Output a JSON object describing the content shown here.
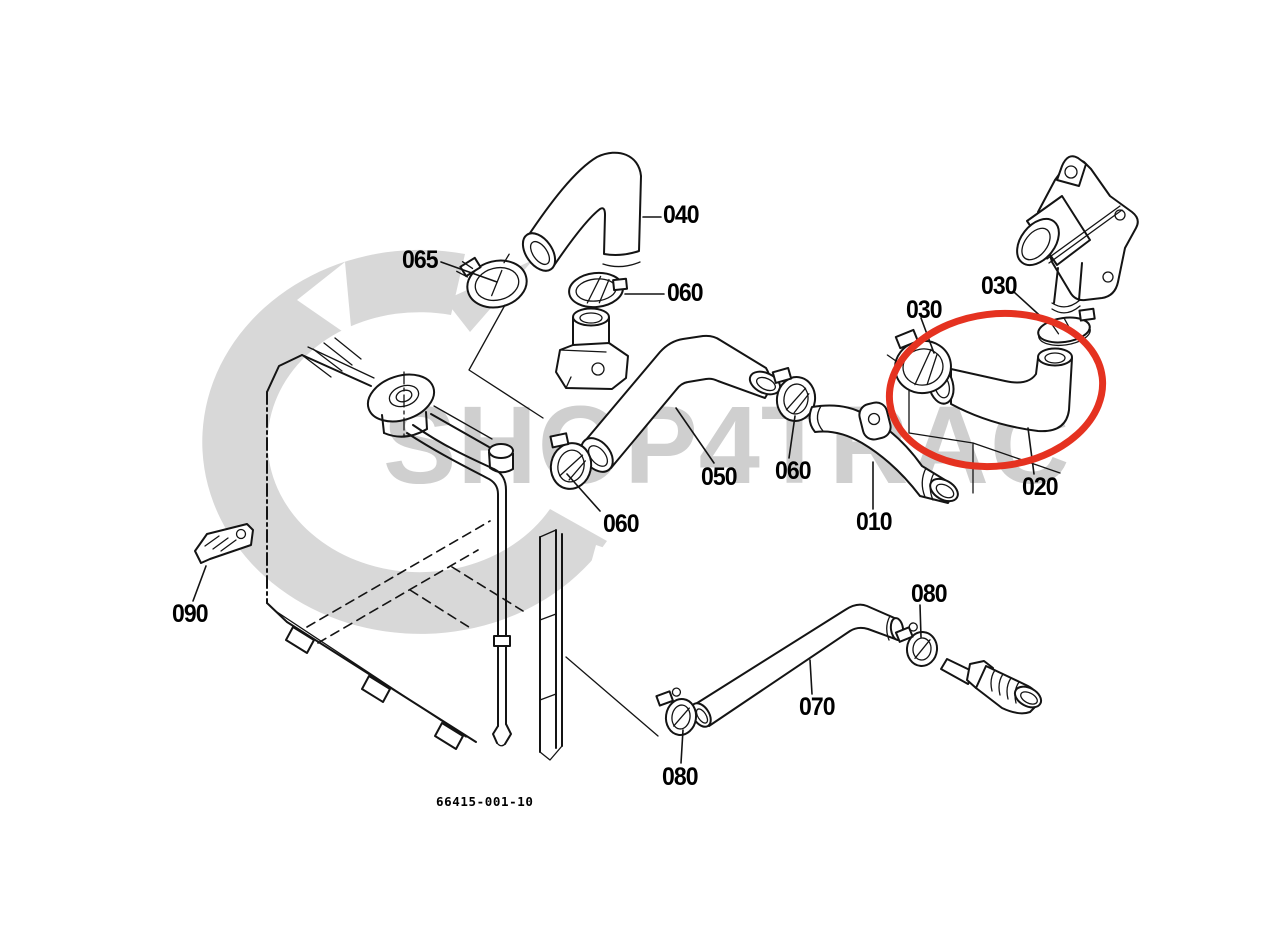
{
  "watermark": {
    "text": "SHOP4TRAC",
    "color": "#cfcfcf",
    "swoosh_color": "#d8d8d8"
  },
  "drawing_number": "66415-001-10",
  "highlight": {
    "shape": "ellipse",
    "color": "#e53220",
    "highlighted_part": "020"
  },
  "line_color": "#141414",
  "callouts": [
    {
      "id": "040",
      "text": "040"
    },
    {
      "id": "065",
      "text": "065"
    },
    {
      "id": "060-top",
      "text": "060"
    },
    {
      "id": "030-upper",
      "text": "030"
    },
    {
      "id": "030-left",
      "text": "030"
    },
    {
      "id": "020",
      "text": "020"
    },
    {
      "id": "050",
      "text": "050"
    },
    {
      "id": "060-mid-left",
      "text": "060"
    },
    {
      "id": "060-mid-right",
      "text": "060"
    },
    {
      "id": "010",
      "text": "010"
    },
    {
      "id": "070",
      "text": "070"
    },
    {
      "id": "080-right",
      "text": "080"
    },
    {
      "id": "080-bottom",
      "text": "080"
    },
    {
      "id": "090",
      "text": "090"
    }
  ]
}
